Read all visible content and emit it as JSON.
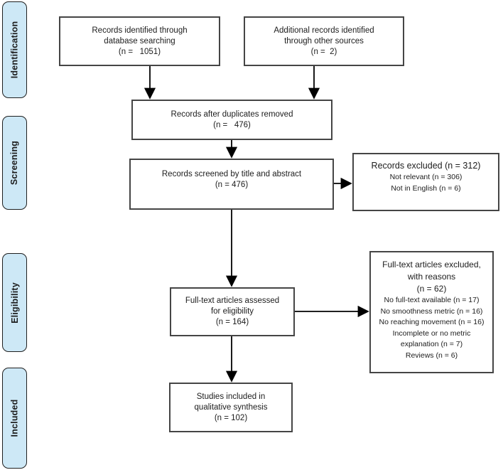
{
  "stages": [
    {
      "label": "Identification"
    },
    {
      "label": "Screening"
    },
    {
      "label": "Eligibility"
    },
    {
      "label": "Included"
    }
  ],
  "boxes": {
    "identified": {
      "lines": [
        "Records identified through",
        "database searching",
        "(n =   1051)"
      ]
    },
    "additional": {
      "lines": [
        "Additional records identified",
        "through other sources",
        "(n =  2)"
      ]
    },
    "duplicates": {
      "lines": [
        "Records after duplicates removed",
        "(n =   476)"
      ]
    },
    "screened": {
      "lines": [
        "Records screened by title and abstract",
        "(n = 476)"
      ]
    },
    "records_excluded": {
      "title": "Records excluded (n = 312)",
      "details": [
        "Not relevant (n = 306)",
        "Not in English (n = 6)"
      ]
    },
    "fulltext_assessed": {
      "lines": [
        "Full-text articles assessed",
        "for eligibility",
        "(n = 164)"
      ]
    },
    "fulltext_excluded": {
      "title_lines": [
        "Full-text articles excluded,",
        "with reasons",
        "(n = 62)"
      ],
      "details": [
        "No full-text available (n = 17)",
        "No smoothness metric (n = 16)",
        "No reaching movement (n = 16)",
        "Incomplete or no metric",
        "explanation (n = 7)",
        "Reviews (n = 6)"
      ]
    },
    "included_studies": {
      "lines": [
        "Studies included in",
        "qualitative synthesis",
        "(n = 102)"
      ]
    }
  },
  "colors": {
    "stage_fill": "#cde8f6",
    "stage_border": "#1f1f1f",
    "box_border": "#454545",
    "arrow": "#000000",
    "text": "#1c1c1c",
    "background": "#ffffff"
  }
}
